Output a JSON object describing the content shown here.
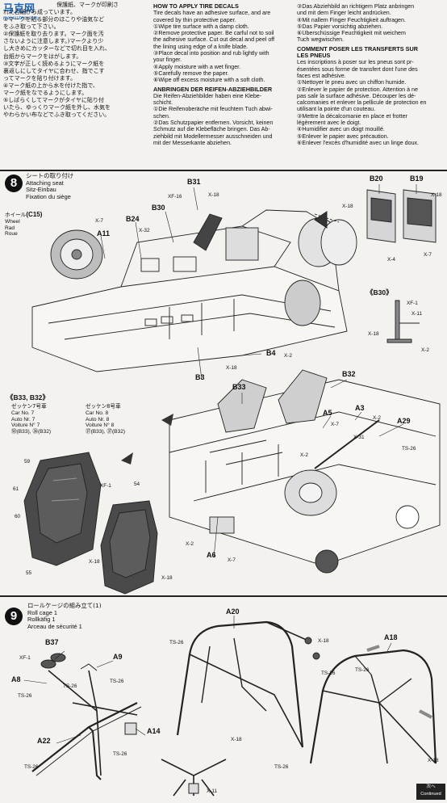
{
  "watermark": {
    "site": "马克网",
    "url": "makershop.com"
  },
  "decal_text": {
    "jp_lines": [
      "保護紙、マークが印刷さ",
      "れた台紙から成っています。",
      "①マークを貼る部分のほこりや油気など",
      "をふき取って下さい。",
      "②保護紙を取り去ります。マーク面を汚",
      "さないように注意します。)マークより少",
      "し大きめにカッターなどで切れ目を入れ、",
      "台紙からマークをはがします。",
      "③文字が正しく読めるようにマーク紙を",
      "裏返しにしてタイヤに合わせ、指でこす",
      "ってマークを貼り付けます。",
      "④マーク紙の上から水を付けた指で、",
      "マーク紙をなでるようにします。",
      "⑤しばらくしてマークがタイヤに貼り付",
      "いたら、ゆっくりマーク紙を外し、水気を",
      "やわらかい布などでふき取ってください。"
    ],
    "en_title": "HOW TO APPLY TIRE DECALS",
    "en_lines": [
      "Tire decals have an adhesive surface, and are",
      "covered by thin protective paper.",
      "①Wipe tire surface with a damp cloth.",
      "②Remove protective paper. Be carful not to soil",
      "the adhesive surface. Cut out decal and peel off",
      "the lining using edge of a knife blade.",
      "③Place decal into position and rub lightly with",
      "your finger.",
      "④Apply moisture with a wet finger.",
      "⑤Carefully remove the paper.",
      "⑥Wipe off excess moisture with a soft cloth."
    ],
    "de_title": "ANBRINGEN DER REIFEN-ABZIEHBILDER",
    "de_lines": [
      "Die Reifen-Abziehbilder haben eine Klebe-",
      "schicht.",
      "①Die Reifenoberäche mit feuchtem Tuch abwi-",
      "schen.",
      "②Das Schutzpapier entfernen. Vorsicht, keinen",
      "Schmutz auf die Klebefläche bringen. Das Ab-",
      "ziehbild mit Modellermesser ausschneiden und",
      "mit der Messerkante abziehen."
    ],
    "de_cont_lines": [
      "③Das Abziehbild an richtigem Platz anbringen",
      "und mit dem Finger leicht andrücken.",
      "④Mit nallem Finger Feuchtigkeit auftragen.",
      "⑤Das Papier vorsichtig abziehen.",
      "⑥Überschüssige Feuchtigkeit mit weichem",
      "Tuch wegwischen."
    ],
    "fr_title_lines": [
      "COMMENT POSER LES TRANSFERTS SUR",
      "LES PNEUS"
    ],
    "fr_lines": [
      "Les inscriptions à poser sur les pneus sont pr-",
      "ésentées sous forme de transfert dont l'une des",
      "faces est adhésive.",
      "①Nettoyer le pneu avec un chiffon humide.",
      "②Enlever le papier de protection. Attention à ne",
      "pas salir la surface adhésive. Découper les dé-",
      "calcomanies et enlever la pellicule de protection en",
      "utilisant la pointe d'un couteau.",
      "③Mettre la décalcomanie en place et frotter",
      "légèrement avec le doigt.",
      "④Humidifier avec un doigt mouillé.",
      "⑤Enlever le papier avec précaution.",
      "⑥Enlever l'excès d'humidité avec un linge doux."
    ]
  },
  "step8": {
    "number": "8",
    "title_jp": "シートの取り付け",
    "title_en": "Attaching seat",
    "title_de": "Sitz-Einbau",
    "title_fr": "Fixation du siège",
    "wheel_jp": "ホイール",
    "wheel_part": "(C15)",
    "wheel_en": "Wheel",
    "wheel_de": "Rad",
    "wheel_fr": "Roue",
    "labels": {
      "B31": "B31",
      "B30": "B30",
      "B24": "B24",
      "A11": "A11",
      "B20": "B20",
      "B19": "B19",
      "B4": "B4",
      "B3": "B3",
      "B33": "B33",
      "B32": "B32",
      "A3": "A3",
      "A5": "A5",
      "A29": "A29",
      "A6": "A6"
    },
    "small": {
      "x7": "X-7",
      "x18": "X-18",
      "x32": "X-32",
      "xf16": "XF-16",
      "x4": "X-4",
      "x2": "X-2",
      "xf1": "XF-1",
      "x11": "X-11",
      "x31": "X-31",
      "ts26": "TS-26"
    },
    "b30_caption": "《B30》",
    "b33_caption": "《B33, B32》",
    "car7_jp": "ゼッケン7号車",
    "car7_lines": [
      "Car No. 7",
      "Auto Nr. 7",
      "Voiture N° 7"
    ],
    "car7_parts": "㊿(B33), ㊱(B32)",
    "car8_jp": "ゼッケン8号車",
    "car8_lines": [
      "Car No. 8",
      "Auto Nr. 8",
      "Voiture N° 8"
    ],
    "car8_parts": "㊲(B33), ㊲(B32)",
    "decal_nums": [
      "59",
      "61",
      "60",
      "54",
      "55"
    ]
  },
  "step9": {
    "number": "9",
    "title_jp": "ロールケージの組み立て(1)",
    "title_en": "Roll cage 1",
    "title_de": "Rollkäfig 1",
    "title_fr": "Arceau de sécurité 1",
    "labels": {
      "B37": "B37",
      "A9": "A9",
      "A8": "A8",
      "A22": "A22",
      "A14": "A14",
      "A20": "A20",
      "A18": "A18"
    },
    "small": {
      "xf1": "XF-1",
      "ts26": "TS-26",
      "x18": "X-18",
      "x11": "X-11"
    }
  },
  "continued": {
    "jp": "次へ",
    "en": "Continued"
  }
}
